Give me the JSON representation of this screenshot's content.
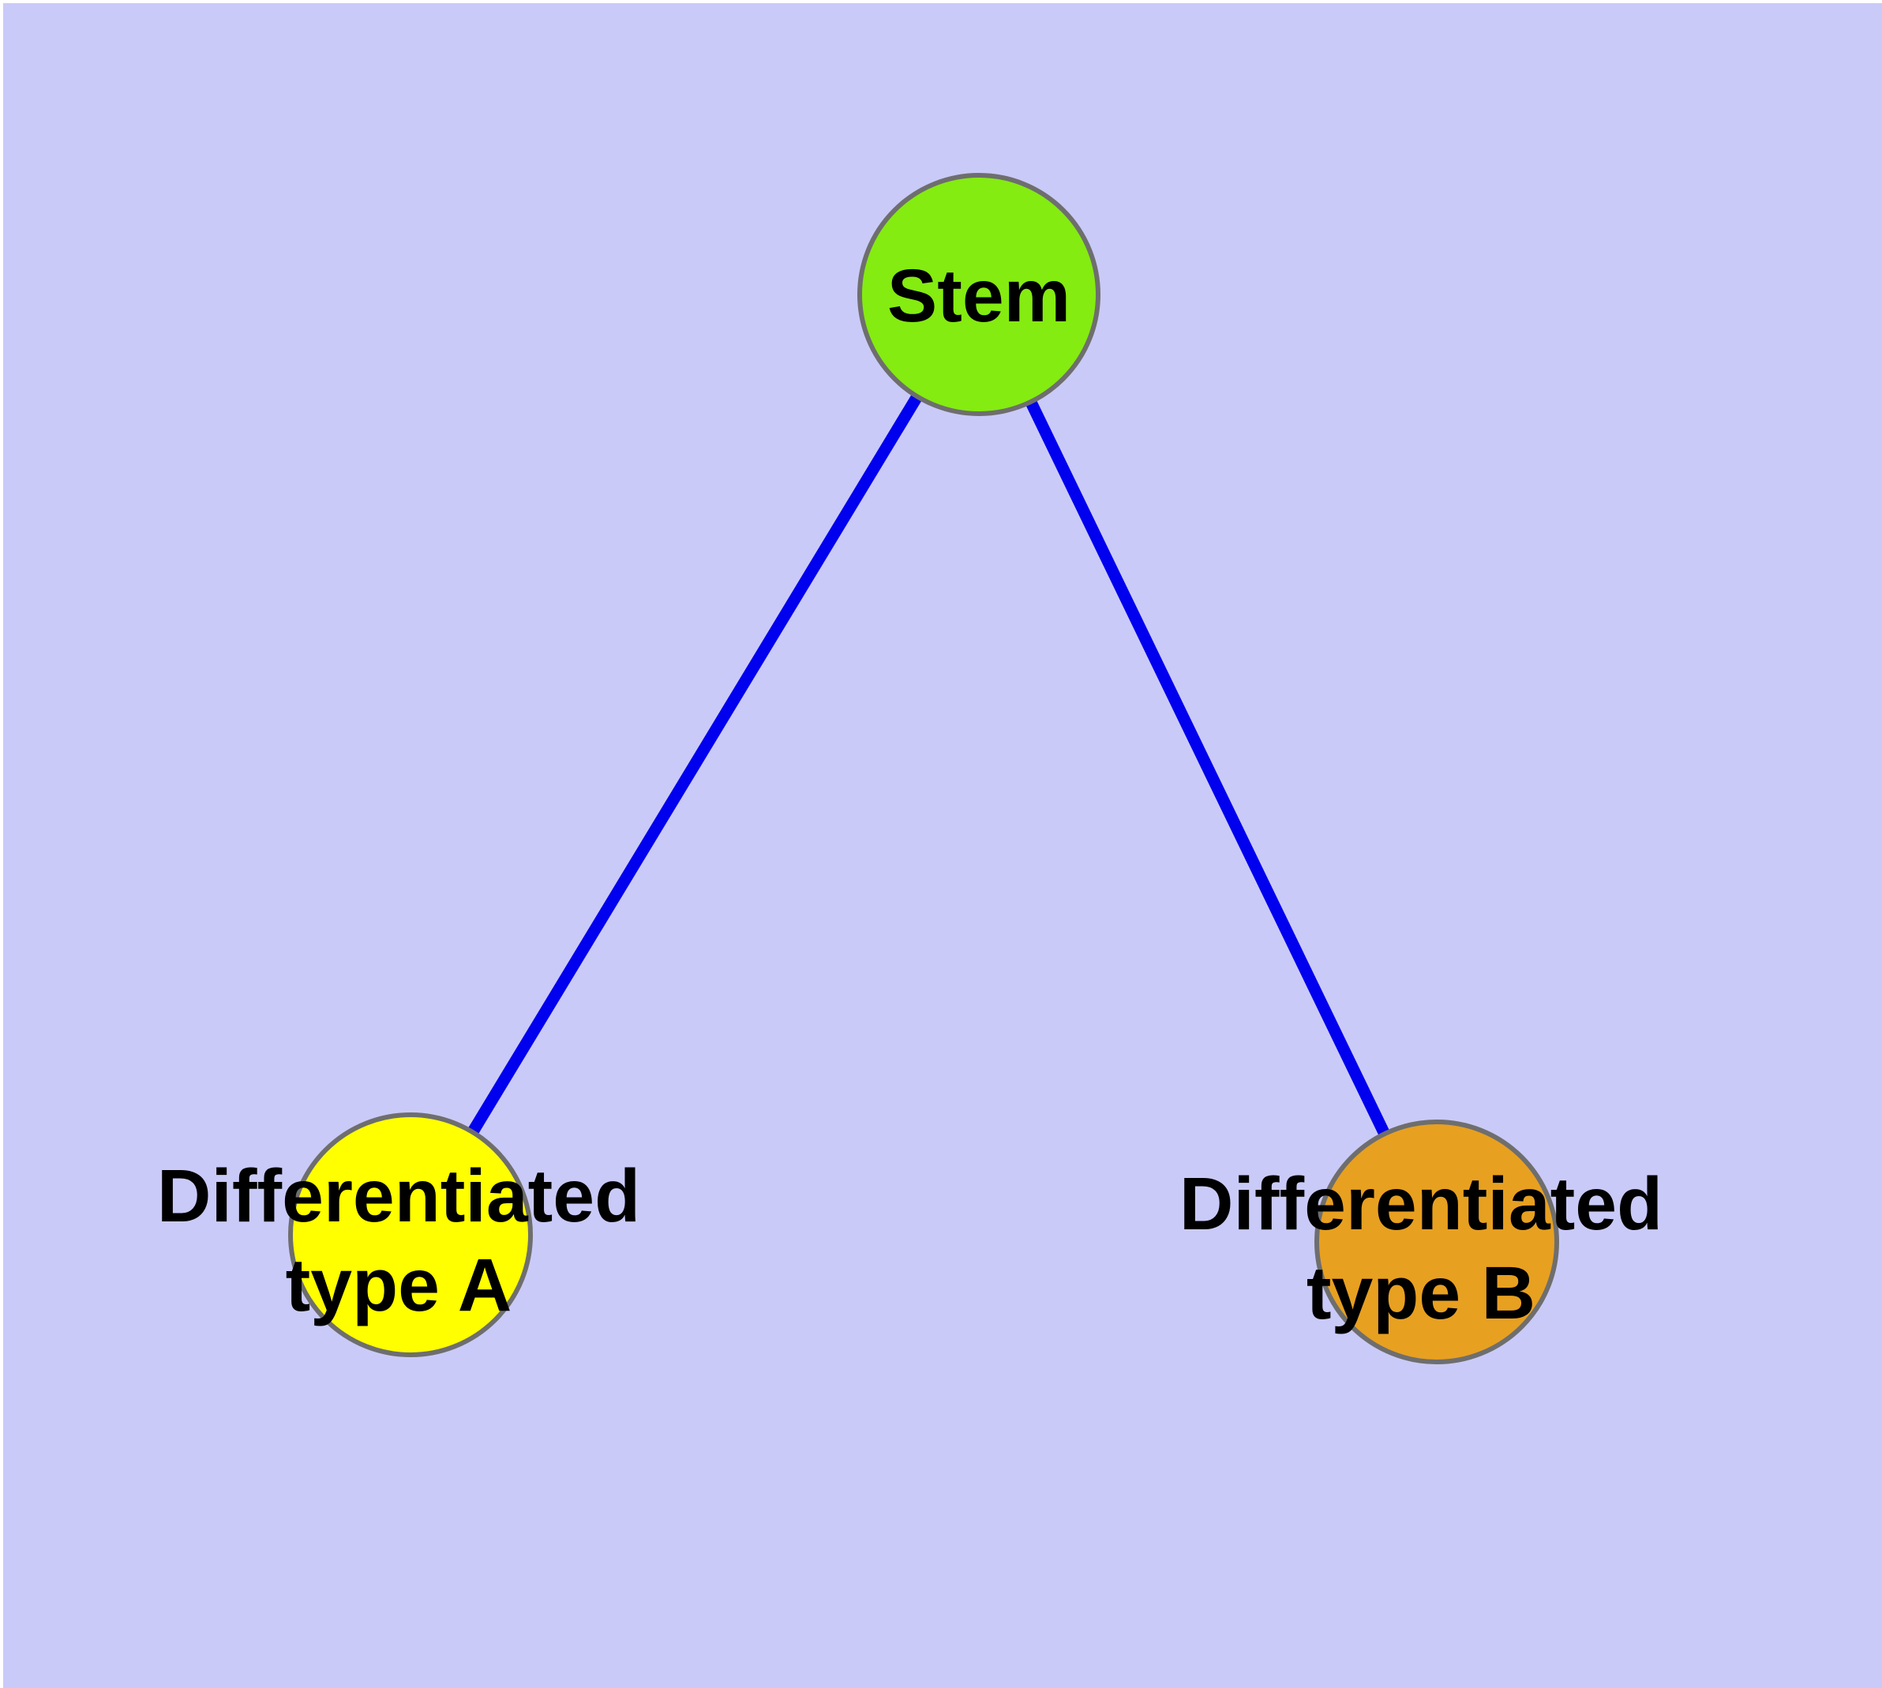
{
  "canvas": {
    "background_color": "#CACAF8",
    "frame_color": "#FFFFFF"
  },
  "diagram": {
    "type": "graph",
    "edge_color": "#0000EE",
    "node_border_color": "#6E6E6E",
    "text_color": "#000000",
    "nodes": {
      "stem": {
        "label": "Stem",
        "color": "#84EC10"
      },
      "type_a": {
        "label_line1": "Differentiated",
        "label_line2": "type A",
        "label": "Differentiated type A",
        "color": "#FFFF00"
      },
      "type_b": {
        "label_line1": "Differentiated",
        "label_line2": "type B",
        "label": "Differentiated type B",
        "color": "#E8A020"
      }
    },
    "edges": [
      {
        "from": "Stem",
        "to": "Differentiated type A"
      },
      {
        "from": "Stem",
        "to": "Differentiated type B"
      }
    ]
  }
}
